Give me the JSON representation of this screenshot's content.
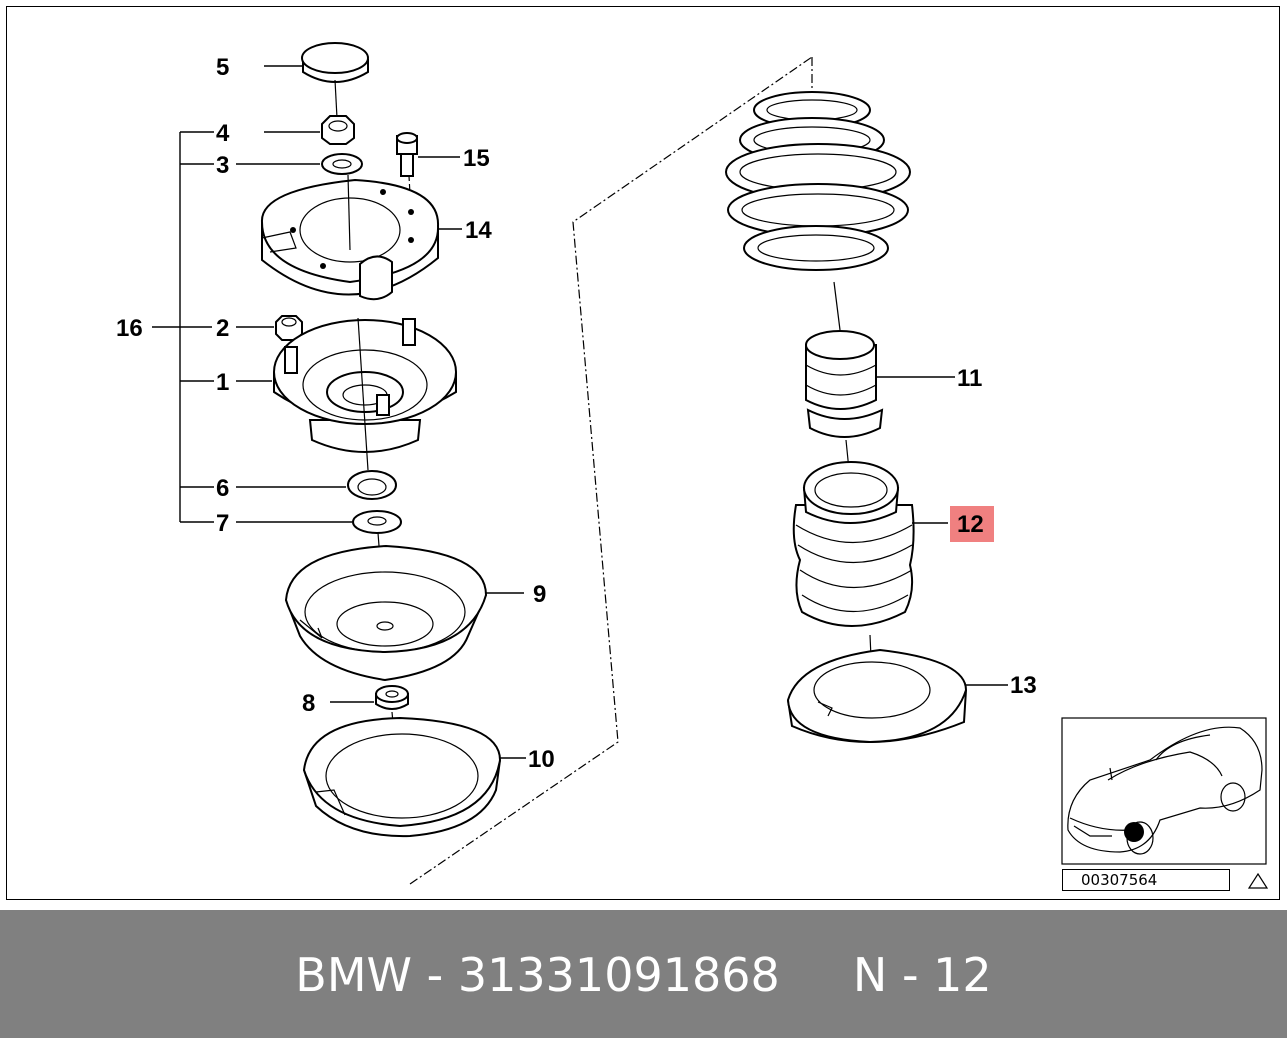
{
  "diagram": {
    "callouts": {
      "c1": "1",
      "c2": "2",
      "c3": "3",
      "c4": "4",
      "c5": "5",
      "c6": "6",
      "c7": "7",
      "c8": "8",
      "c9": "9",
      "c10": "10",
      "c11": "11",
      "c12": "12",
      "c13": "13",
      "c14": "14",
      "c15": "15",
      "c16": "16"
    },
    "highlighted_callout": "12",
    "highlight_color": "#f08080",
    "reference_number": "00307564",
    "warning_icon": "warning-triangle-icon"
  },
  "footer": {
    "label": "BMW - 31331091868     N - 12",
    "background": "#808080"
  }
}
